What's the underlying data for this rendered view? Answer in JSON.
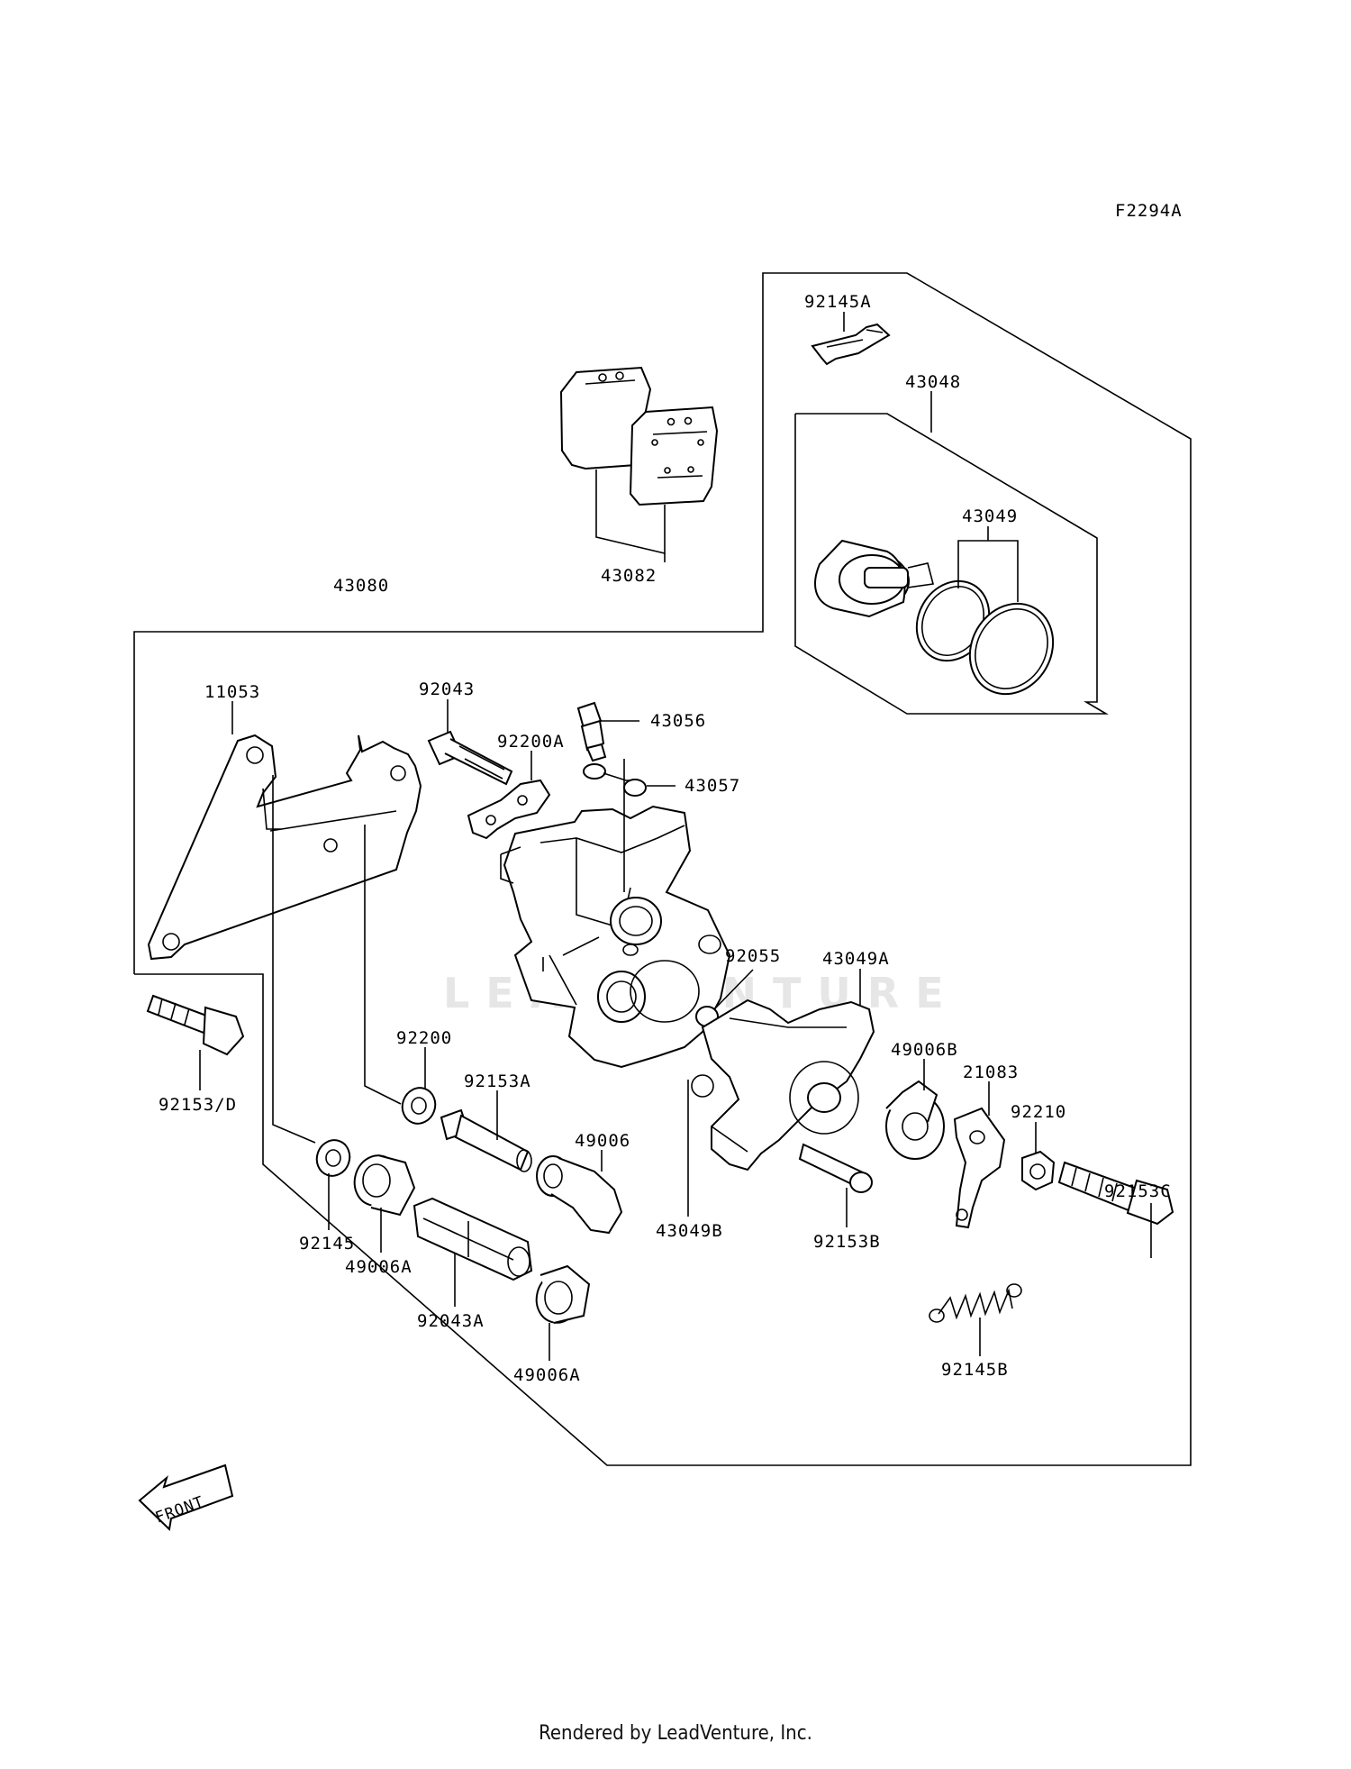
{
  "figure_code": "F2294A",
  "watermark": "LEADVENTURE",
  "front_marker": "FRONT",
  "footer": "Rendered by LeadVenture, Inc.",
  "callouts": {
    "p92145A": "92145A",
    "p43048": "43048",
    "p43049": "43049",
    "p43082": "43082",
    "p43080": "43080",
    "p11053": "11053",
    "p92043": "92043",
    "p92200A": "92200A",
    "p43056": "43056",
    "p43057": "43057",
    "p92055": "92055",
    "p43049A": "43049A",
    "p49006B": "49006B",
    "p21083": "21083",
    "p92210": "92210",
    "p92153C": "92153C",
    "p92153D": "92153/D",
    "p92200": "92200",
    "p92153A": "92153A",
    "p49006": "49006",
    "p43049B": "43049B",
    "p92153B": "92153B",
    "p92145": "92145",
    "p49006A_1": "49006A",
    "p92043A": "92043A",
    "p49006A_2": "49006A",
    "p92145B": "92145B"
  }
}
